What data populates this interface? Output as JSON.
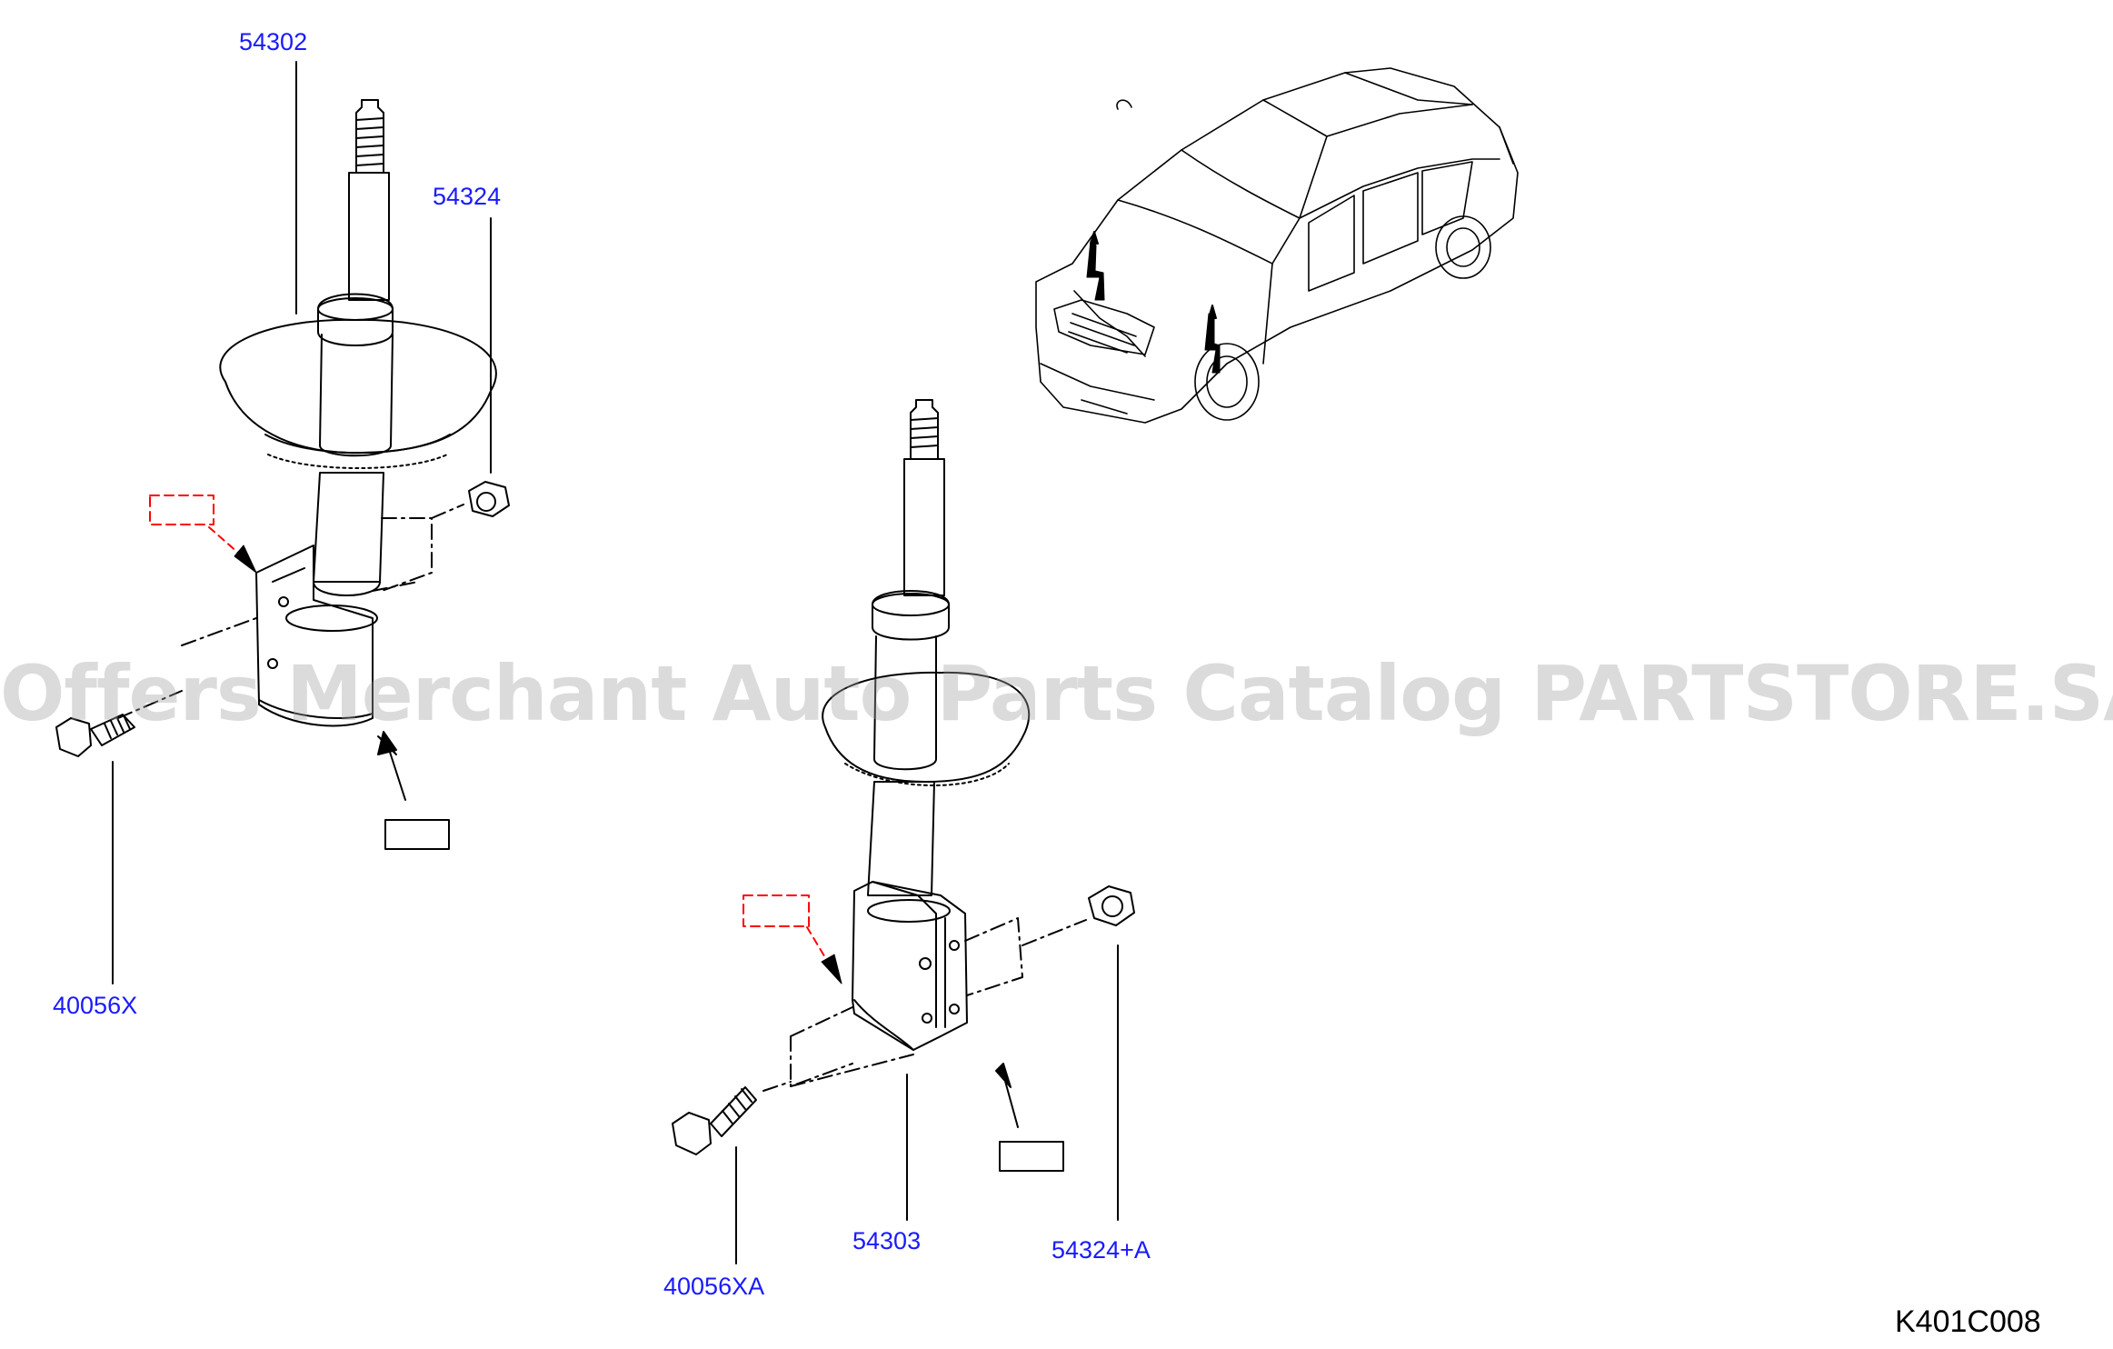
{
  "colors": {
    "line": "#000000",
    "label": "#1a1aff",
    "dashed_callout": "#ff0000",
    "watermark": "#a0a0a0"
  },
  "watermark": "Offers Merchant Auto Parts Catalog PARTSTORE.SA",
  "diagram_ref": "K401C008",
  "parts": [
    {
      "id": "54302",
      "label": "54302"
    },
    {
      "id": "54324",
      "label": "54324"
    },
    {
      "id": "40056X",
      "label": "40056X"
    },
    {
      "id": "54303",
      "label": "54303"
    },
    {
      "id": "54324A",
      "label": "54324+A"
    },
    {
      "id": "40056XA",
      "label": "40056XA"
    }
  ]
}
